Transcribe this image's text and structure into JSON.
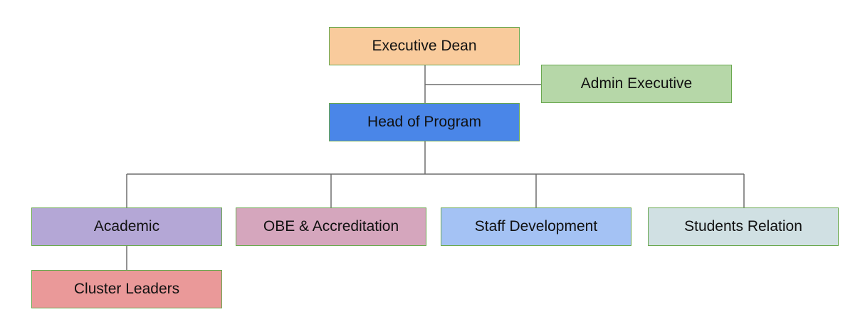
{
  "diagram": {
    "nodes": {
      "executive_dean": {
        "label": "Executive Dean",
        "color": "#f9cb9c"
      },
      "admin_executive": {
        "label": "Admin Executive",
        "color": "#b6d7a8"
      },
      "head_of_program": {
        "label": "Head of Program",
        "color": "#4a86e8"
      },
      "academic": {
        "label": "Academic",
        "color": "#b4a7d6"
      },
      "obe_accreditation": {
        "label": "OBE & Accreditation",
        "color": "#d5a6bd"
      },
      "staff_development": {
        "label": "Staff Development",
        "color": "#a4c2f4"
      },
      "students_relation": {
        "label": "Students Relation",
        "color": "#d0e0e3"
      },
      "cluster_leaders": {
        "label": "Cluster Leaders",
        "color": "#ea9999"
      }
    },
    "edges": [
      {
        "from": "executive_dean",
        "to": "head_of_program"
      },
      {
        "from": "executive_dean",
        "to": "admin_executive"
      },
      {
        "from": "head_of_program",
        "to": "academic"
      },
      {
        "from": "head_of_program",
        "to": "obe_accreditation"
      },
      {
        "from": "head_of_program",
        "to": "staff_development"
      },
      {
        "from": "head_of_program",
        "to": "students_relation"
      },
      {
        "from": "academic",
        "to": "cluster_leaders"
      }
    ],
    "connector_color": "#6d6d6d",
    "border_color": "#6aa84f"
  }
}
